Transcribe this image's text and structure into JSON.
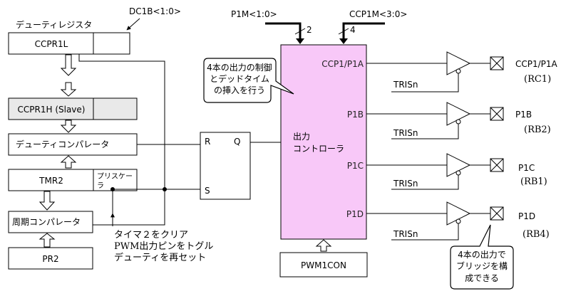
{
  "labels": {
    "duty_register_caption": "デューティレジスタ",
    "dc1b": "DC1B<1:0>",
    "ccpr1l": "CCPR1L",
    "ccpr1h": "CCPR1H (Slave)",
    "duty_comparator": "デューティコンパレータ",
    "tmr2": "TMR2",
    "prescaler_line1": "プリスケー",
    "prescaler_line2": "ラ",
    "period_comparator": "周期コンパレータ",
    "pr2": "PR2",
    "note_line1": "タイマ２をクリア",
    "note_line2": "PWM出力ピンをトグル",
    "note_line3": "デューティを再セット",
    "latch_r": "R",
    "latch_s": "S",
    "latch_q": "Q",
    "p1m": "P1M<1:0>",
    "ccp1m": "CCP1M<3:0>",
    "bus2": "2",
    "bus4": "4",
    "out_ctrl_line1": "出力",
    "out_ctrl_line2": "コントローラ",
    "pwm1con": "PWM1CON",
    "callout1_line1": "4本の出力の制御",
    "callout1_line2": "とデッドタイム",
    "callout1_line3": "の挿入を行う",
    "callout2_line1": "4本の出力で",
    "callout2_line2": "ブリッジを構",
    "callout2_line3": "成できる"
  },
  "outputs": [
    {
      "internal": "CCP1/P1A",
      "tris": "TRISn",
      "pin": "CCP1/P1A",
      "port": "(RC1)"
    },
    {
      "internal": "P1B",
      "tris": "TRISn",
      "pin": "P1B",
      "port": "(RB2)"
    },
    {
      "internal": "P1C",
      "tris": "TRISn",
      "pin": "P1C",
      "port": "(RB1)"
    },
    {
      "internal": "P1D",
      "tris": "TRISn",
      "pin": "P1D",
      "port": "(RB4)"
    }
  ],
  "colors": {
    "output_controller_fill": "#f8c8f8",
    "callout_fill": "#ffffff",
    "register_fill": "#e9e9e9"
  }
}
